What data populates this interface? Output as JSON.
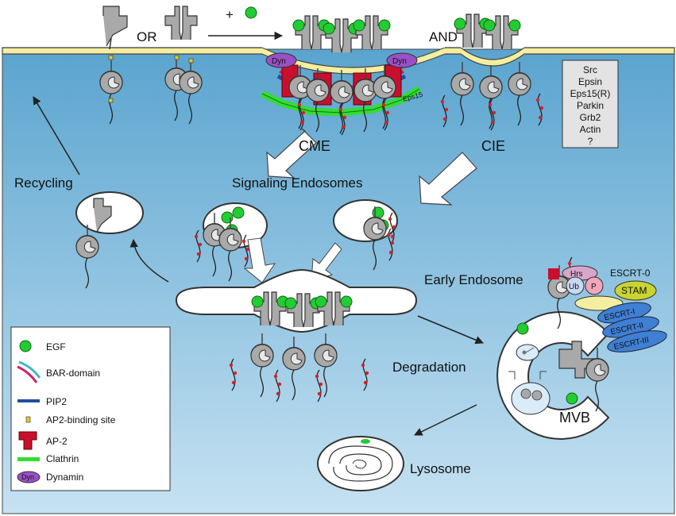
{
  "top": {
    "or": "OR",
    "plus": "+",
    "and": "AND"
  },
  "labels": {
    "cme": "CME",
    "cie": "CIE",
    "eps15": "Eps15",
    "dyn_left": "Dyn",
    "dyn_right": "Dyn",
    "recycling": "Recycling",
    "signaling_endosomes": "Signaling Endosomes",
    "early_endosome": "Early Endosome",
    "degradation": "Degradation",
    "mvb": "MVB",
    "lysosome": "Lysosome"
  },
  "cie_box": [
    "Src",
    "Epsin",
    "Eps15(R)",
    "Parkin",
    "Grb2",
    "Actin",
    "?"
  ],
  "escrt": {
    "hrs": "Hrs",
    "ub": "Ub",
    "p": "P",
    "stam": "STAM",
    "escrt0": "ESCRT-0",
    "escrt1": "ESCRT-I",
    "escrt2": "ESCRT-II",
    "escrt3": "ESCRT-III"
  },
  "legend": {
    "egf": "EGF",
    "bar": "BAR-domain",
    "pip2": "PIP2",
    "ap2site": "AP2-binding site",
    "ap2": "AP-2",
    "clathrin": "Clathrin",
    "dynamin": "Dynamin",
    "dyn_icon": "Dyn"
  },
  "colors": {
    "cytoplasm_top": "#5aa4cf",
    "cytoplasm_bottom": "#c6e2f2",
    "membrane": "#f4eea0",
    "egf": "#22cc33",
    "receptor": "#a9a9a9",
    "ap2": "#c8102e",
    "clathrin": "#33dd33",
    "dynamin": "#9b4fc6",
    "pip2": "#1f4fa0",
    "bar_domain": "#d0206a",
    "escrt": "#3f7fd4",
    "stam": "#c9d430"
  }
}
